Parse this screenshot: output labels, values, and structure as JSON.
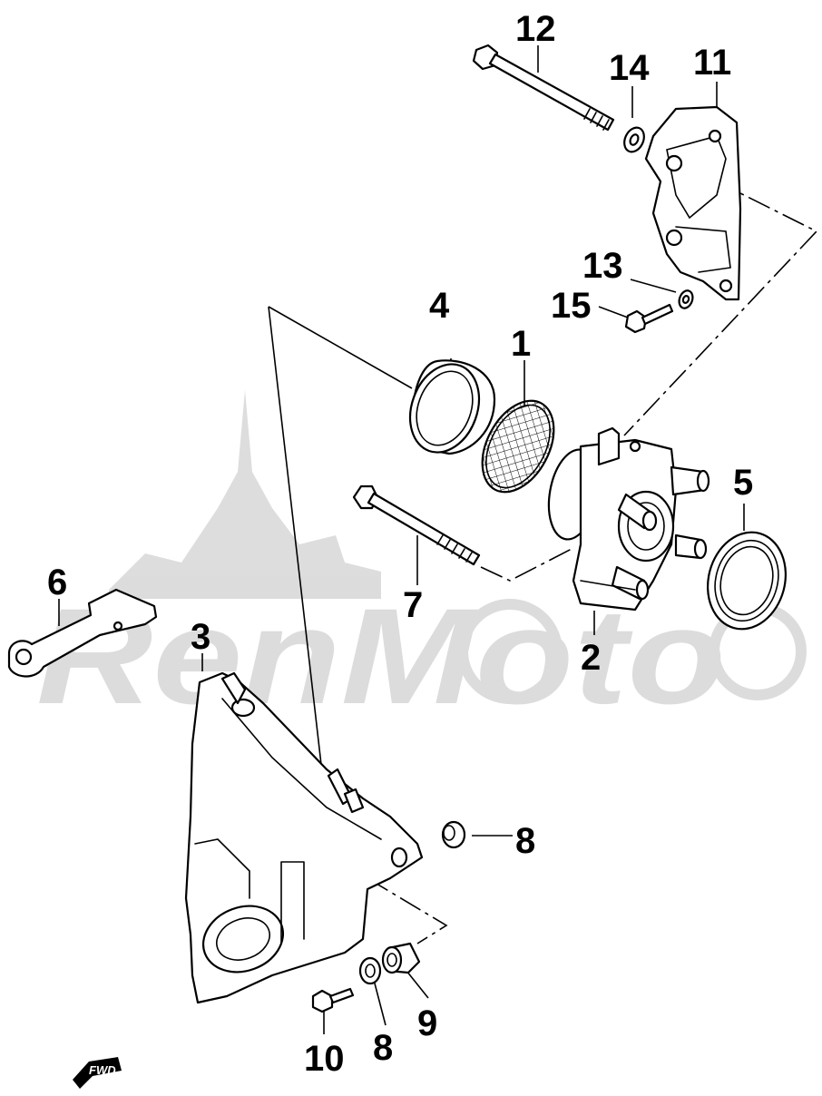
{
  "diagram": {
    "watermark": "RenMoto",
    "fwd_label": "FWD",
    "callouts": {
      "c1": "1",
      "c2": "2",
      "c3": "3",
      "c4": "4",
      "c5": "5",
      "c6": "6",
      "c7": "7",
      "c8a": "8",
      "c8b": "8",
      "c9": "9",
      "c10": "10",
      "c11": "11",
      "c12": "12",
      "c13": "13",
      "c14": "14",
      "c15": "15"
    }
  }
}
